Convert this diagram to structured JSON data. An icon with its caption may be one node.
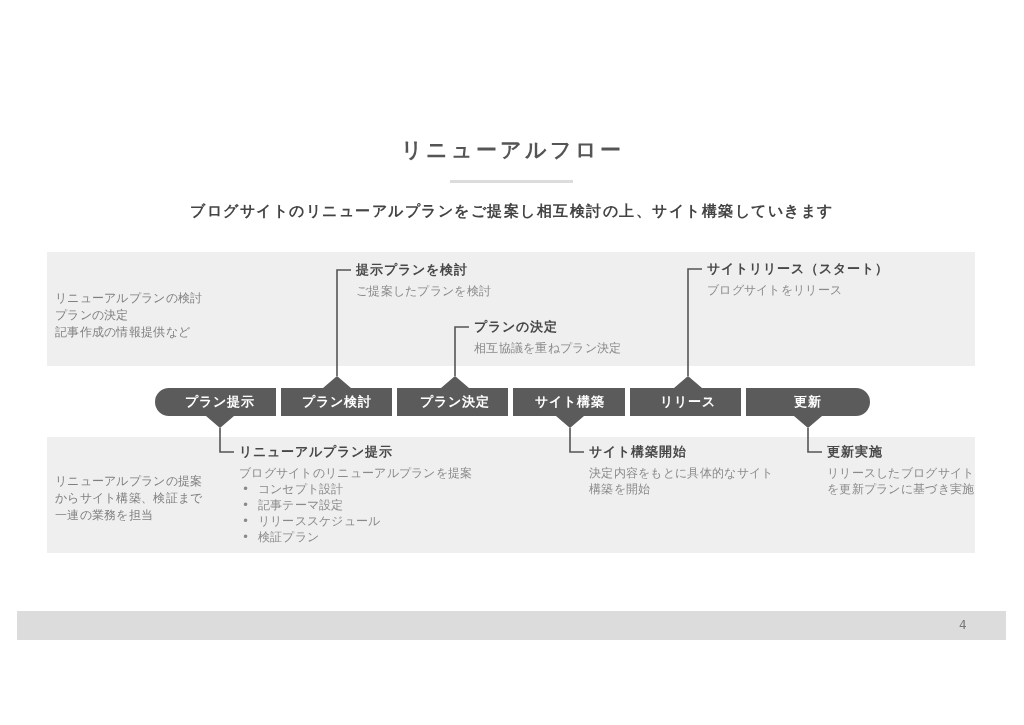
{
  "diagram": {
    "title": "リニューアルフロー",
    "nodes": [
      {
        "text": [
          "リニューアルプランの検討",
          "プランの決定",
          "記事作成の情報提供など"
        ]
      },
      {
        "text": [
          "提示プランを検討",
          "ご提案したプランを検討"
        ],
        "in": 0
      },
      {
        "text": [
          "プランの決定",
          "相互協議を重ねプラン決定"
        ],
        "in": 0
      },
      {
        "text": [
          "サイトリリース（スタート）",
          "ブログサイトをリリース"
        ],
        "in": 0
      },
      {
        "text": [
          "プラン提示"
        ]
      },
      {
        "text": [
          "プラン検討"
        ]
      },
      {
        "text": [
          "プラン決定"
        ]
      },
      {
        "text": [
          "サイト構築"
        ]
      },
      {
        "text": [
          "リリース"
        ]
      },
      {
        "text": [
          "更新"
        ]
      },
      {
        "text": [
          "リニューアルプランの提案からサイト構築、検証まで一連の業務を担当"
        ]
      },
      {
        "text": [
          "リニューアルプラン提示",
          "ブログサイトのリニューアルプランを提案",
          "•  コンセプト設計",
          "•  記事テーマ設定",
          "•  リリーススケジュール",
          "•  検証プラン"
        ],
        "in": 10
      },
      {
        "text": [
          "サイト構築開始",
          "決定内容をもとに具体的なサイト構築を開始"
        ],
        "in": 10
      },
      {
        "text": [
          "更新実施",
          "リリースしたブログサイトを更新プランに基づき実施"
        ],
        "in": 10
      }
    ],
    "edges": [
      {
        "from": 5,
        "to": 1,
        "arrow": "none"
      },
      {
        "from": 6,
        "to": 2,
        "arrow": "none"
      },
      {
        "from": 8,
        "to": 3,
        "arrow": "none"
      },
      {
        "from": 4,
        "to": 11,
        "arrow": "none"
      },
      {
        "from": 7,
        "to": 12,
        "arrow": "none"
      },
      {
        "from": 9,
        "to": 13,
        "arrow": "none"
      }
    ],
    "labels": [
      "ブログサイトのリニューアルプランをご提案し相互検討の上、サイト構築していきます",
      "4"
    ]
  }
}
